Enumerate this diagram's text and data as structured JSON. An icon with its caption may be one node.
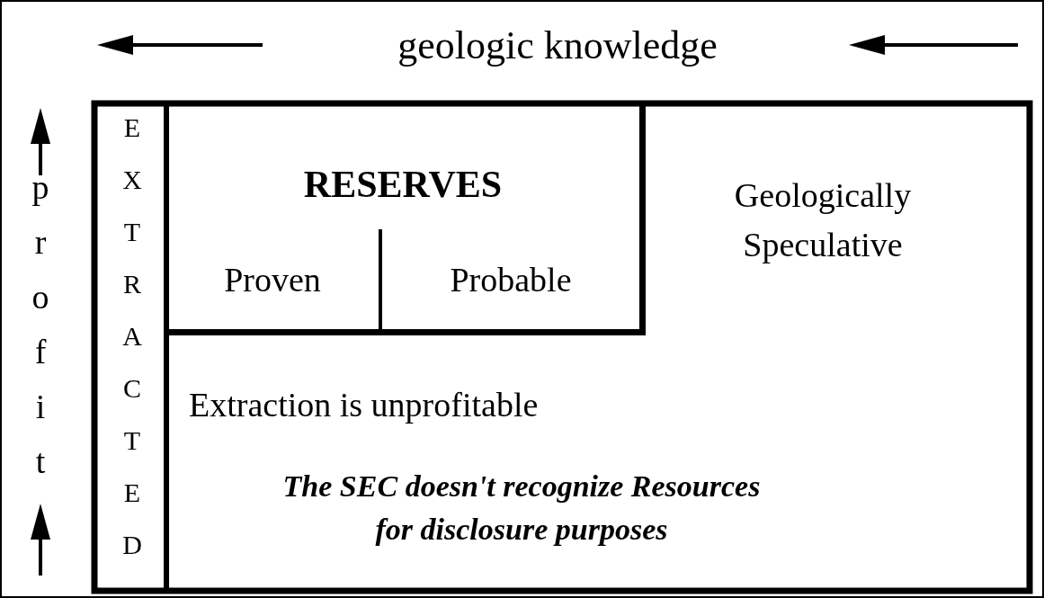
{
  "diagram": {
    "nodes": [
      {
        "text": [
          "EXTRACTED"
        ]
      },
      {
        "text": [
          "RESERVES"
        ]
      },
      {
        "text": [
          "Proven"
        ],
        "in": 1
      },
      {
        "text": [
          "Probable"
        ],
        "in": 1
      },
      {
        "text": [
          "Geologically Speculative"
        ]
      },
      {
        "text": [
          "Extraction is unprofitable",
          "The SEC doesn't recognize Resources for disclosure purposes"
        ]
      }
    ],
    "labels": [
      "geologic knowledge",
      "profit"
    ]
  }
}
